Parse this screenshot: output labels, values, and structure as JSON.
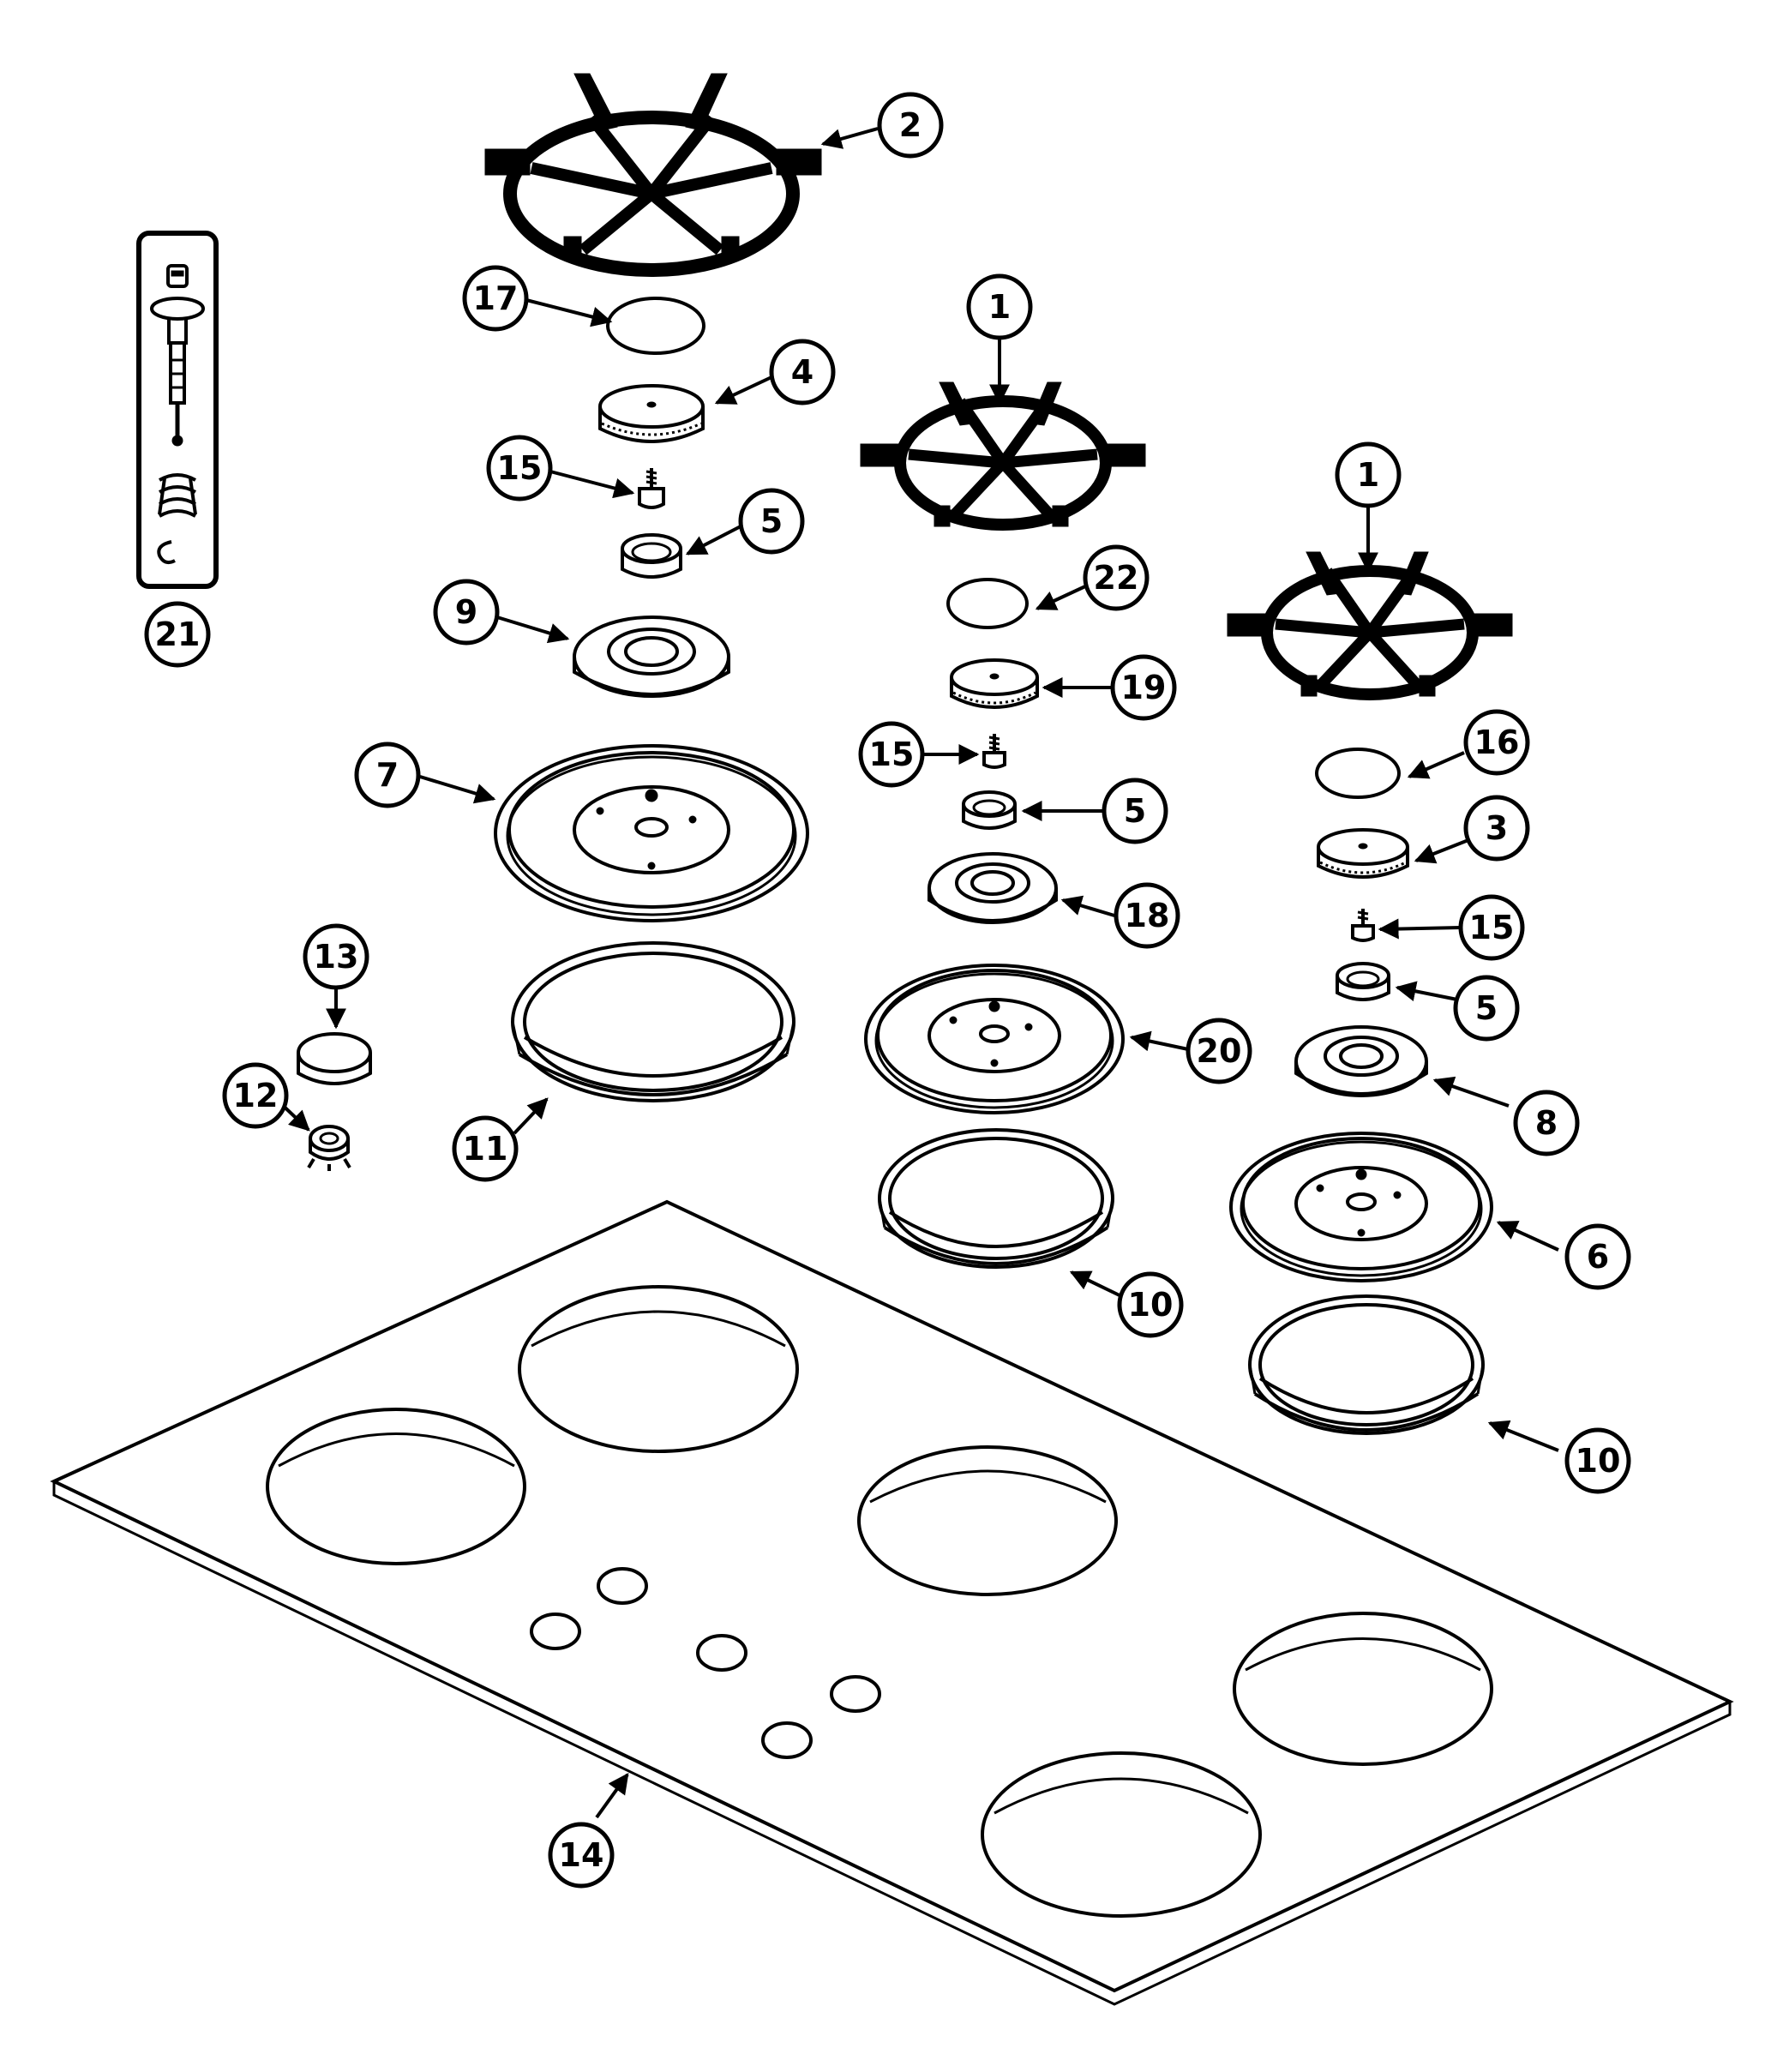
{
  "callouts": [
    {
      "id": "c2",
      "label": "2"
    },
    {
      "id": "c17",
      "label": "17"
    },
    {
      "id": "c4",
      "label": "4"
    },
    {
      "id": "c15a",
      "label": "15"
    },
    {
      "id": "c5a",
      "label": "5"
    },
    {
      "id": "c9",
      "label": "9"
    },
    {
      "id": "c7",
      "label": "7"
    },
    {
      "id": "c13",
      "label": "13"
    },
    {
      "id": "c12",
      "label": "12"
    },
    {
      "id": "c11",
      "label": "11"
    },
    {
      "id": "c21",
      "label": "21"
    },
    {
      "id": "c1a",
      "label": "1"
    },
    {
      "id": "c22",
      "label": "22"
    },
    {
      "id": "c19",
      "label": "19"
    },
    {
      "id": "c15b",
      "label": "15"
    },
    {
      "id": "c5b",
      "label": "5"
    },
    {
      "id": "c18",
      "label": "18"
    },
    {
      "id": "c20",
      "label": "20"
    },
    {
      "id": "c10a",
      "label": "10"
    },
    {
      "id": "c1b",
      "label": "1"
    },
    {
      "id": "c16",
      "label": "16"
    },
    {
      "id": "c3",
      "label": "3"
    },
    {
      "id": "c15c",
      "label": "15"
    },
    {
      "id": "c5c",
      "label": "5"
    },
    {
      "id": "c8",
      "label": "8"
    },
    {
      "id": "c6",
      "label": "6"
    },
    {
      "id": "c10b",
      "label": "10"
    },
    {
      "id": "c14",
      "label": "14"
    }
  ]
}
